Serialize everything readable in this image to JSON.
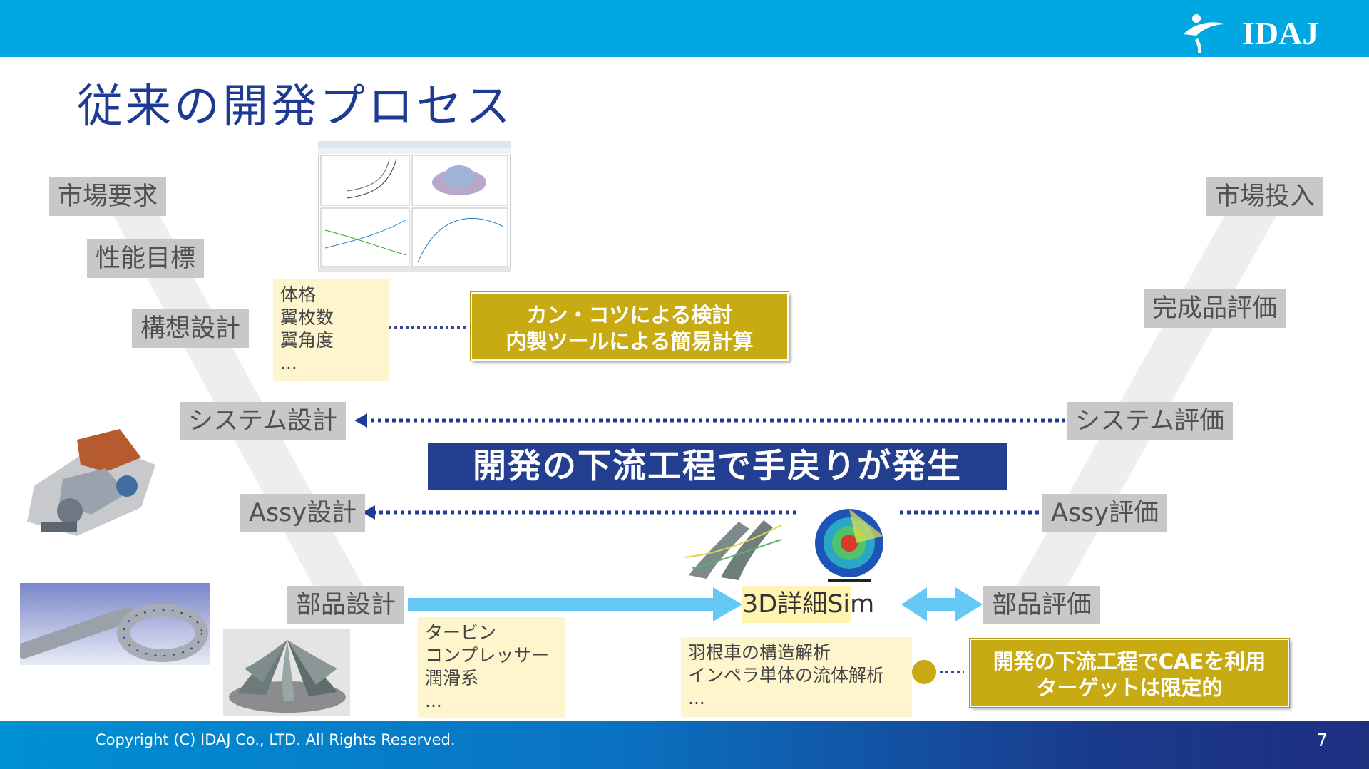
{
  "brand": {
    "logo_text": "IDAJ"
  },
  "slide": {
    "title": "従来の開発プロセス",
    "page_number": "7"
  },
  "footer": {
    "copyright": "Copyright (C) IDAJ Co., LTD. All Rights Reserved."
  },
  "left_stages": {
    "market_request": "市場要求",
    "performance_target": "性能目標",
    "concept_design": "構想設計",
    "system_design": "システム設計",
    "assy_design": "Assy設計",
    "part_design": "部品設計"
  },
  "right_stages": {
    "market_launch": "市場投入",
    "product_eval": "完成品評価",
    "system_eval": "システム評価",
    "assy_eval": "Assy評価",
    "part_eval": "部品評価"
  },
  "concept_note": {
    "lines": [
      "体格",
      "翼枚数",
      "翼角度",
      "..."
    ]
  },
  "concept_callout": {
    "lines": [
      "カン・コツによる検討",
      "内製ツールによる簡易計算"
    ]
  },
  "banner": {
    "text": "開発の下流工程で手戻りが発生"
  },
  "sim": {
    "label": "3D詳細Sim"
  },
  "part_note": {
    "lines": [
      "タービン",
      "コンプレッサー",
      "潤滑系",
      "..."
    ]
  },
  "sim_note": {
    "lines": [
      "羽根車の構造解析",
      "インペラ単体の流体解析",
      "..."
    ]
  },
  "cae_callout": {
    "lines": [
      "開発の下流工程でCAEを利用",
      "ターゲットは限定的"
    ]
  },
  "colors": {
    "header": "#00a7e1",
    "title": "#1f3a93",
    "banner": "#243f8f",
    "gold": "#c8aa12",
    "arrow_light": "#66c8f5",
    "dotted": "#1f3a93"
  }
}
